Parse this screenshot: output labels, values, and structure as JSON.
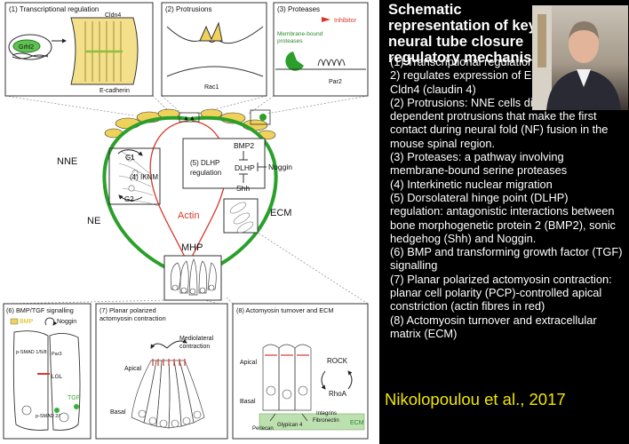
{
  "slide": {
    "title": "Schematic representation of key neural tube closure regulatory mechanisms",
    "items": [
      "(1) Transcriptional regulation (grainyhead-like 2) regulates expression of E-cadherin and Cldn4 (claudin 4)",
      "(2) Protrusions: NNE cells display Rac1-dependent protrusions that make the first contact during neural fold (NF) fusion in the mouse spinal region.",
      "(3) Proteases: a pathway involving membrane-bound serine proteases",
      "(4) Interkinetic nuclear migration",
      "(5) Dorsolateral hinge point (DLHP) regulation: antagonistic interactions between bone morphogenetic protein 2 (BMP2), sonic hedgehog (Shh) and Noggin.",
      "(6) BMP and transforming growth factor (TGF) signalling",
      "(7) Planar polarized actomyosin contraction: planar cell polarity (PCP)-controlled apical constriction (actin fibres in red)",
      "(8) Actomyosin turnover and extracellular matrix (ECM)"
    ],
    "citation": "Nikolopoulou et al., 2017"
  },
  "figure": {
    "panel1": {
      "title": "(1) Transcriptional regulation",
      "gene": "Grhl2",
      "cldn": "Cldn4",
      "ecad": "E-cadherin"
    },
    "panel2": {
      "title": "(2) Protrusions",
      "rac": "Rac1"
    },
    "panel3": {
      "title": "(3) Proteases",
      "inhibitor": "Inhibitor",
      "membrane_line1": "Membrane-bound",
      "membrane_line2": "proteases",
      "par": "Par2"
    },
    "main": {
      "nne": "NNE",
      "ne": "NE",
      "ecm": "ECM",
      "mhp": "MHP",
      "actin": "Actin",
      "g1": "G1",
      "g2": "G2",
      "iknm": "(4) IKNM",
      "dlhp_title1": "(5) DLHP",
      "dlhp_title2": "regulation",
      "bmp2": "BMP2",
      "dlhp": "DLHP",
      "noggin": "Noggin",
      "shh": "Shh"
    },
    "panel6": {
      "title": "(6) BMP/TGF signalling",
      "bmp": "BMP",
      "noggin": "Noggin",
      "psmad158": "p-SMAD 1/5/8",
      "par3": "Par3",
      "lgl": "LGL",
      "tgf": "TGF",
      "psmad23": "p-SMAD 2/3"
    },
    "panel7": {
      "title_line1": "(7) Planar polarized",
      "title_line2": "actomyosin contraction",
      "ml1": "Mediolateral",
      "ml2": "contraction",
      "apical": "Apical",
      "basal": "Basal"
    },
    "panel8": {
      "title": "(8) Actomyosin turnover and ECM",
      "apical": "Apical",
      "basal": "Basal",
      "rock": "ROCK",
      "rhoa": "RhoA",
      "integrins": "Integrins",
      "fibronectin": "Fibronectin",
      "ecm": "ECM",
      "perlecan": "Perlecan",
      "glypican": "Glypican 4"
    }
  },
  "colors": {
    "background": "#000000",
    "figure_bg": "#ffffff",
    "citation": "#f2e600",
    "ne_outline": "#2aa02a",
    "actin": "#d63a2a",
    "nne_cell": "#f0d25a"
  }
}
